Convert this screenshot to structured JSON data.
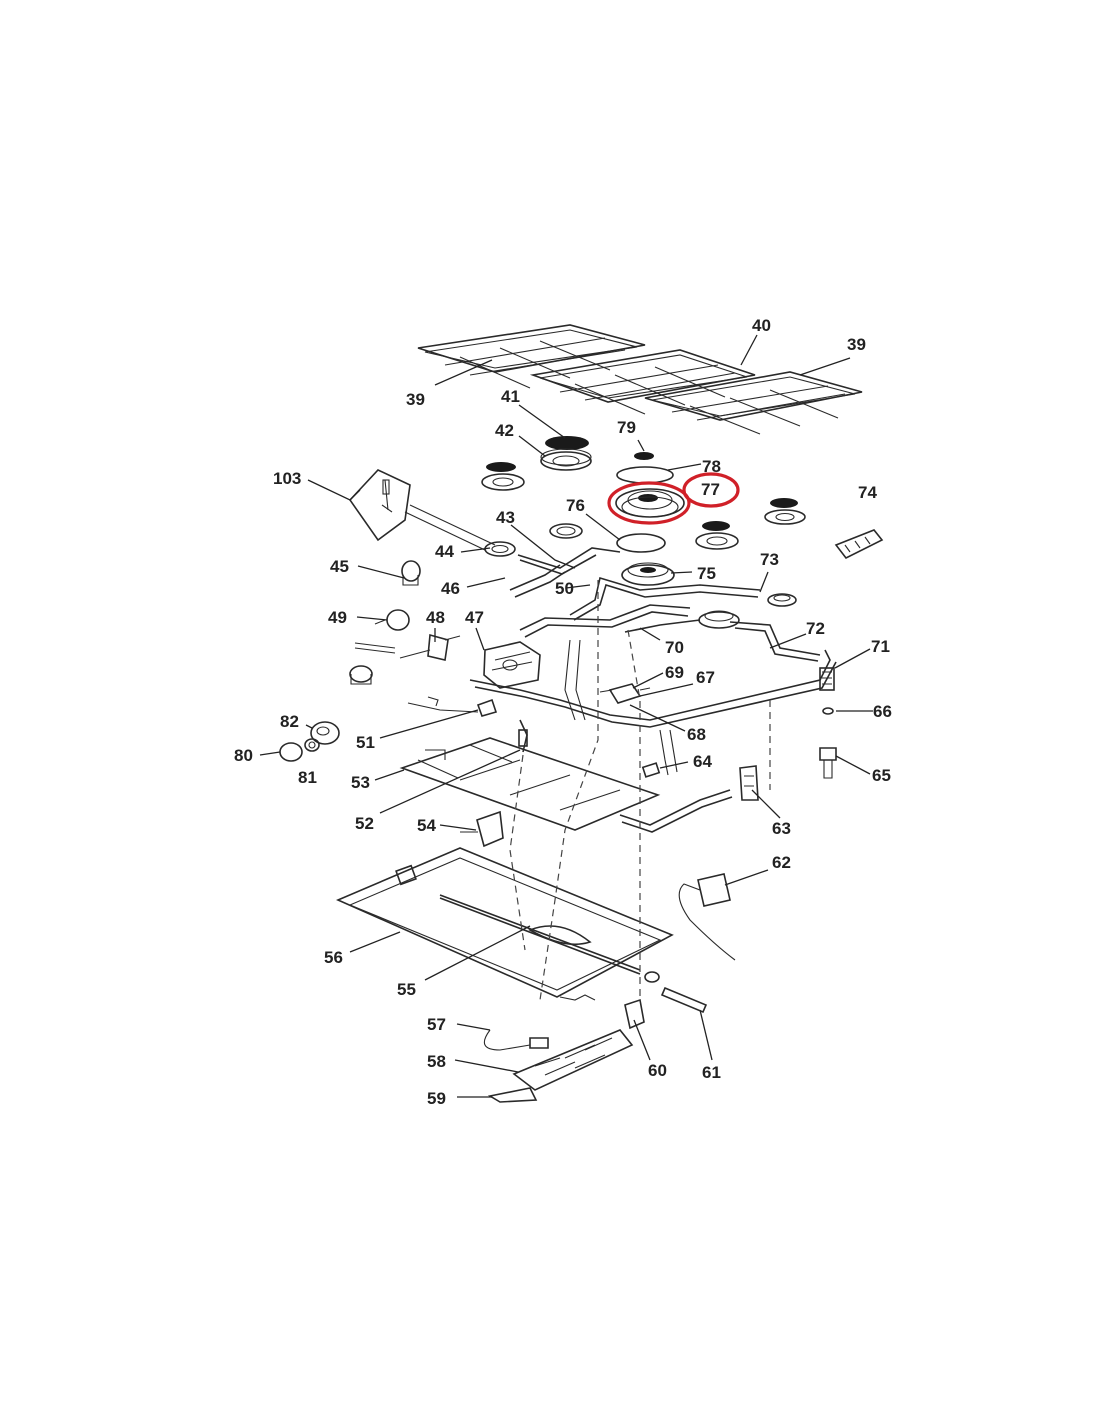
{
  "labels": {
    "l39a": "39",
    "l39b": "39",
    "l40": "40",
    "l41": "41",
    "l42": "42",
    "l79": "79",
    "l78": "78",
    "l77": "77",
    "l103": "103",
    "l74": "74",
    "l76": "76",
    "l43": "43",
    "l44": "44",
    "l45": "45",
    "l46": "46",
    "l50": "50",
    "l75": "75",
    "l73": "73",
    "l49": "49",
    "l48": "48",
    "l47": "47",
    "l70": "70",
    "l72": "72",
    "l71": "71",
    "l69": "69",
    "l67": "67",
    "l82": "82",
    "l66": "66",
    "l80": "80",
    "l81": "81",
    "l51": "51",
    "l68": "68",
    "l64": "64",
    "l53": "53",
    "l65": "65",
    "l52": "52",
    "l54": "54",
    "l63": "63",
    "l62": "62",
    "l56": "56",
    "l55": "55",
    "l57": "57",
    "l58": "58",
    "l60": "60",
    "l61": "61",
    "l59": "59"
  },
  "highlight_color": "#d02028",
  "highlighted_part": "77"
}
